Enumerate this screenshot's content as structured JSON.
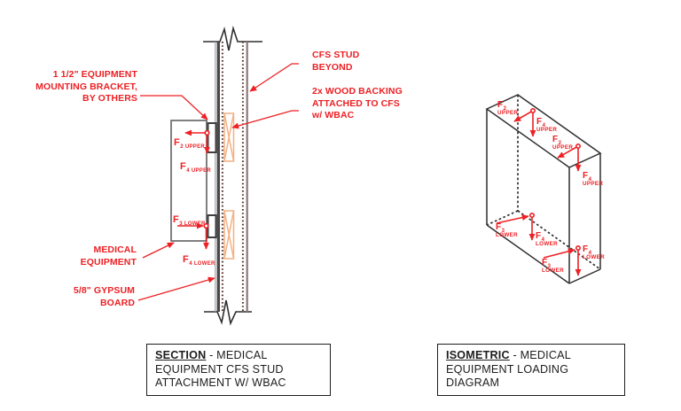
{
  "colors": {
    "callout_red": "#ed2024",
    "wood_backing_orange": "#f4b183",
    "stud_maroon": "#4f2a24",
    "stud_gray_brown": "#8e7878",
    "gypsum_dark": "#48484a",
    "line_black": "#2f2f2f"
  },
  "section": {
    "callouts": {
      "bracket": [
        "1 1/2\" EQUIPMENT",
        "MOUNTING BRACKET,",
        "BY OTHERS"
      ],
      "cfs_stud": [
        "CFS STUD",
        "BEYOND"
      ],
      "wood_backing": [
        "2x WOOD BACKING",
        "ATTACHED TO CFS",
        "w/ WBAC"
      ],
      "medical_equipment": [
        "MEDICAL",
        "EQUIPMENT"
      ],
      "gypsum": [
        "5/8\" GYPSUM",
        "BOARD"
      ]
    },
    "forces": {
      "f2_upper": {
        "f": "F",
        "sub": "2 UPPER"
      },
      "f4_upper": {
        "f": "F",
        "sub": "4 UPPER"
      },
      "f3_lower": {
        "f": "F",
        "sub": "3 LOWER"
      },
      "f4_lower": {
        "f": "F",
        "sub": "4 LOWER"
      }
    },
    "title": {
      "keyword": "SECTION",
      "rest": " - MEDICAL",
      "line2": "EQUIPMENT CFS STUD",
      "line3": "ATTACHMENT W/ WBAC"
    }
  },
  "isometric": {
    "forces": {
      "f2": {
        "f": "F",
        "sub": "2"
      },
      "f3": {
        "f": "F",
        "sub": "3"
      },
      "f4": {
        "f": "F",
        "sub": "4"
      },
      "upper": "UPPER",
      "lower": "LOWER"
    },
    "title": {
      "keyword": "ISOMETRIC",
      "rest": " - MEDICAL",
      "line2": "EQUIPMENT LOADING",
      "line3": "DIAGRAM"
    }
  }
}
